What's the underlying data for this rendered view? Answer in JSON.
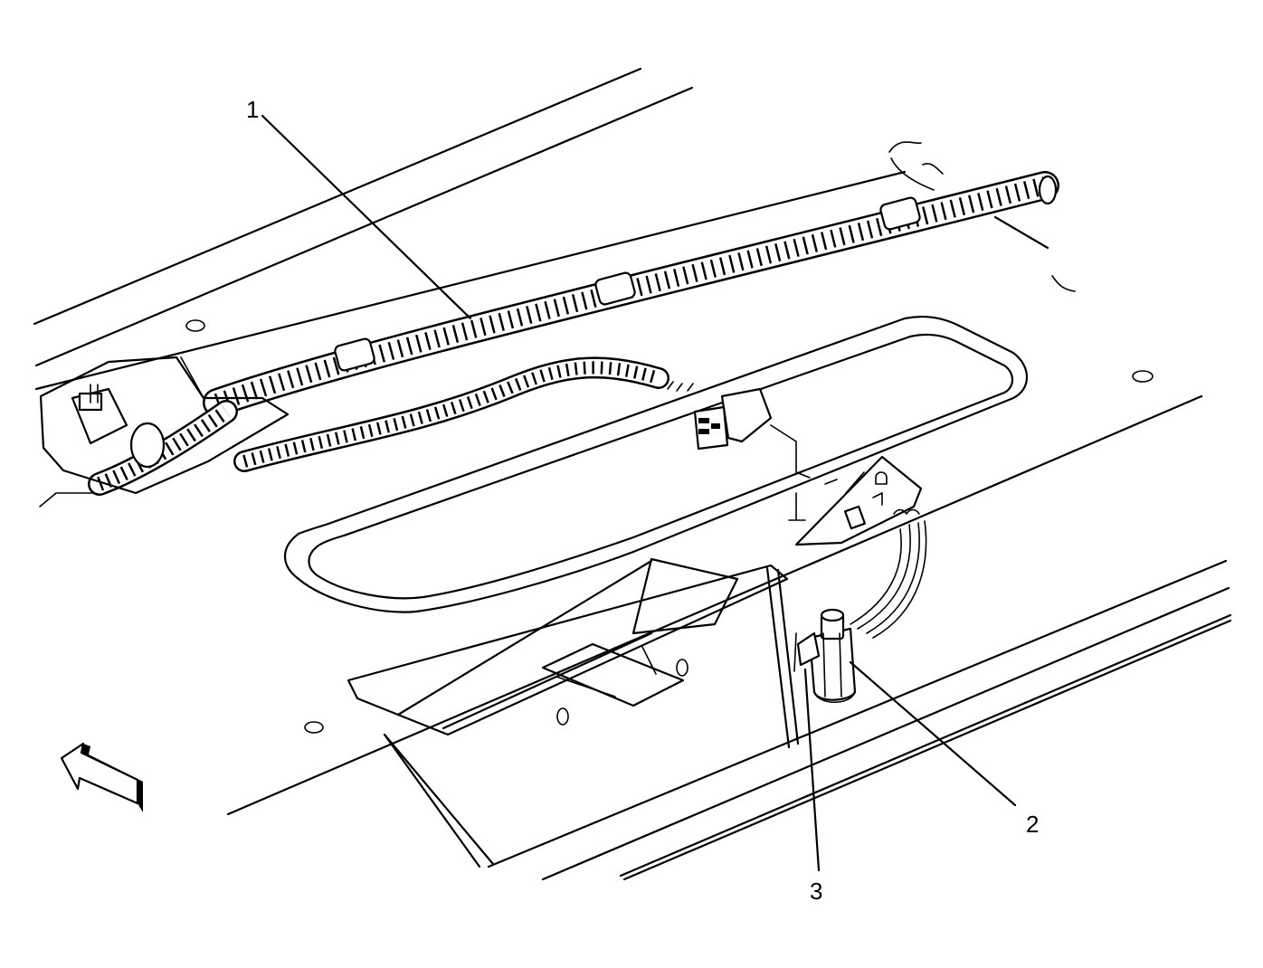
{
  "callouts": [
    {
      "id": "1",
      "label": "1"
    },
    {
      "id": "2",
      "label": "2"
    },
    {
      "id": "3",
      "label": "3"
    }
  ],
  "colors": {
    "line": "#000000",
    "background": "#ffffff"
  },
  "icons": {
    "direction_arrow": "front-direction-arrow-icon"
  }
}
